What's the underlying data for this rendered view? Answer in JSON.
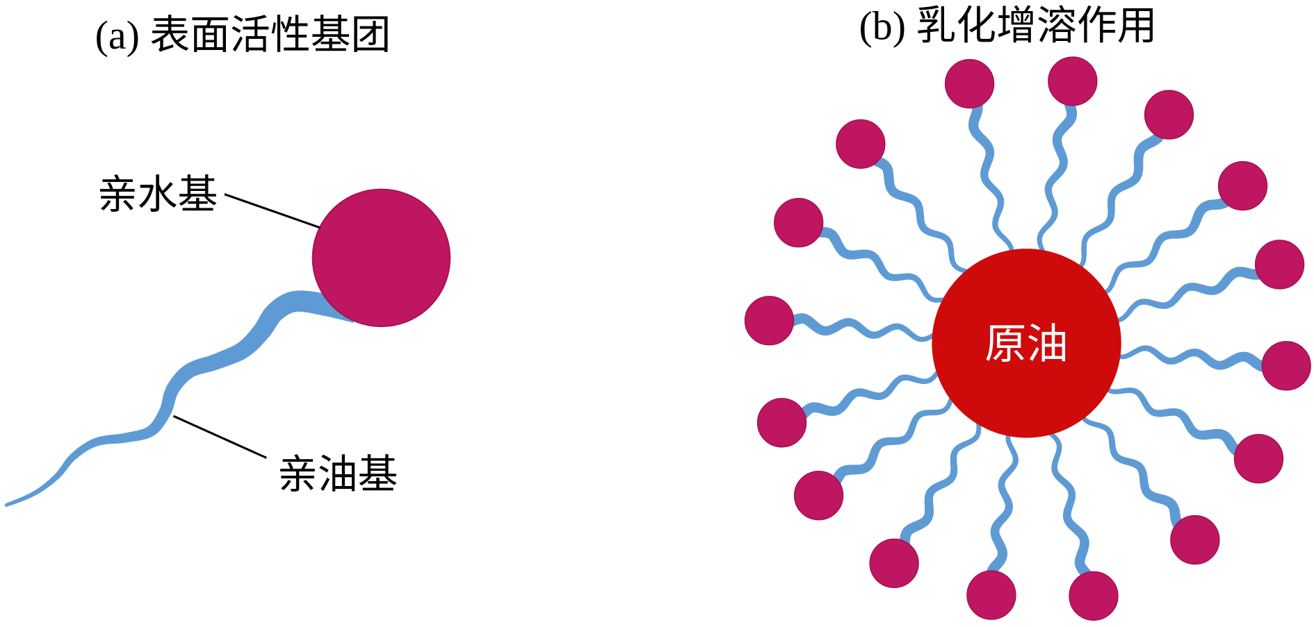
{
  "panel_a": {
    "title": "(a) 表面活性基团",
    "hydrophilic_label": "亲水基",
    "lipophilic_label": "亲油基"
  },
  "panel_b": {
    "title": "(b) 乳化增溶作用",
    "oil_label": "原油"
  },
  "colors": {
    "head": "#BE1660",
    "head_outline": "#A3104F",
    "tail": "#5E9BD4",
    "oil": "#CF0A0A",
    "oil_label": "#FFFFFF",
    "background": "#FFFFFF"
  }
}
